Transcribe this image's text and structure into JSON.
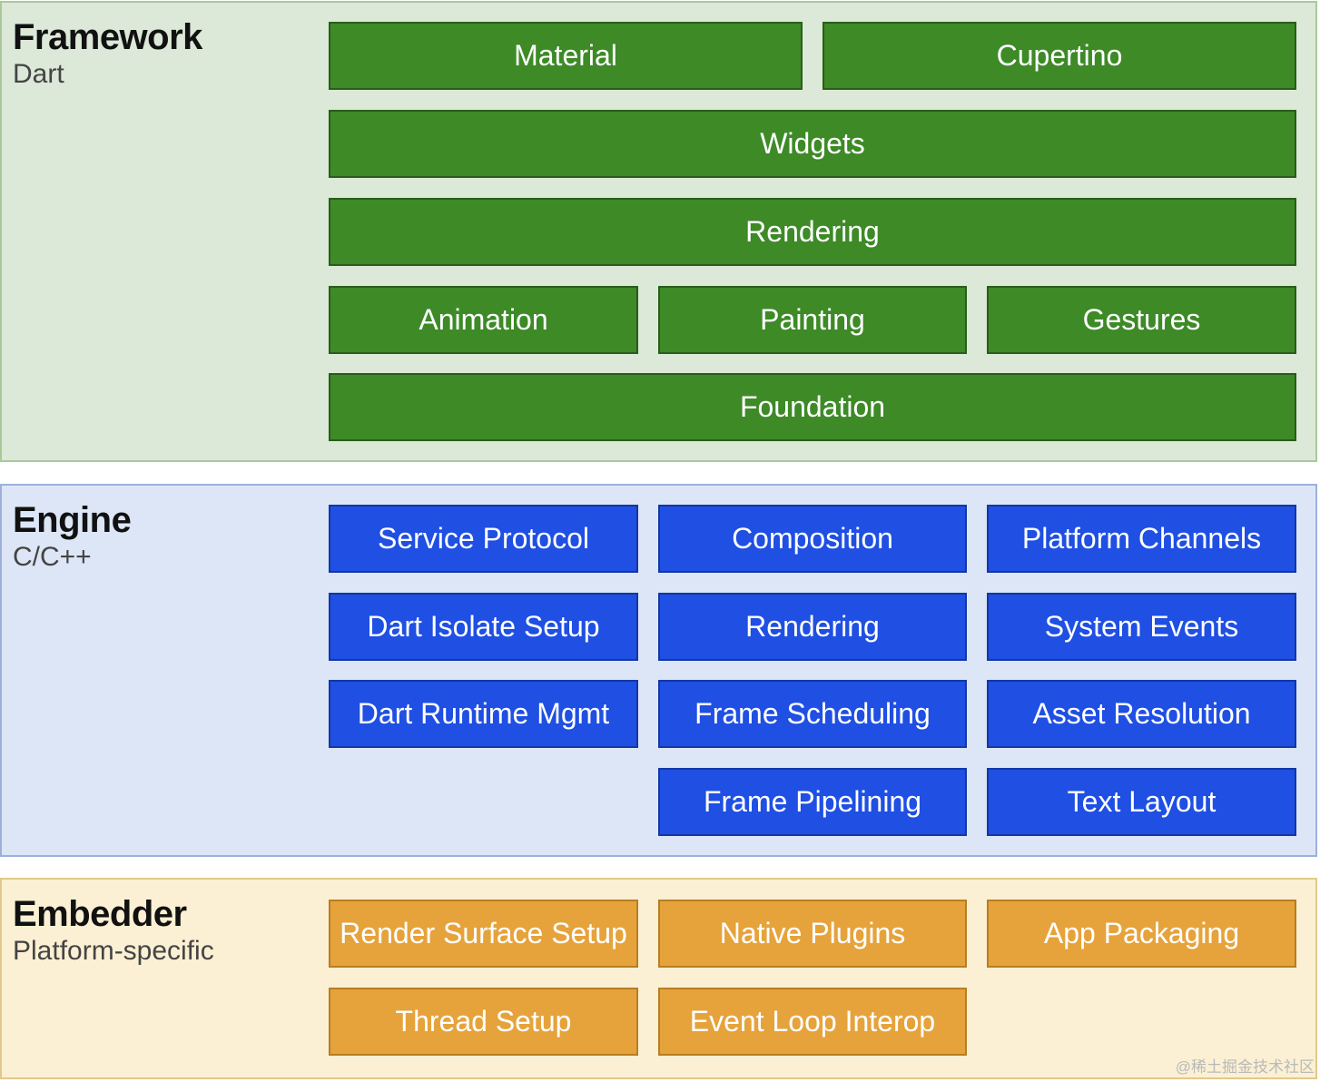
{
  "layers": {
    "framework": {
      "title": "Framework",
      "subtitle": "Dart",
      "blocks": [
        "Material",
        "Cupertino",
        "Widgets",
        "Rendering",
        "Animation",
        "Painting",
        "Gestures",
        "Foundation"
      ]
    },
    "engine": {
      "title": "Engine",
      "subtitle": "C/C++",
      "blocks": [
        "Service Protocol",
        "Composition",
        "Platform Channels",
        "Dart Isolate Setup",
        "Rendering",
        "System Events",
        "Dart Runtime Mgmt",
        "Frame Scheduling",
        "Asset Resolution",
        "Frame Pipelining",
        "Text Layout"
      ]
    },
    "embedder": {
      "title": "Embedder",
      "subtitle": "Platform-specific",
      "blocks": [
        "Render Surface Setup",
        "Native Plugins",
        "App Packaging",
        "Thread Setup",
        "Event Loop Interop"
      ]
    }
  },
  "colors": {
    "framework_block": "#3d8a27",
    "engine_block": "#1f4fe3",
    "embedder_block": "#e6a33b",
    "framework_bg": "#dce8d8",
    "engine_bg": "#dde6f6",
    "embedder_bg": "#fbf0d3"
  },
  "watermark": "@稀土掘金技术社区"
}
